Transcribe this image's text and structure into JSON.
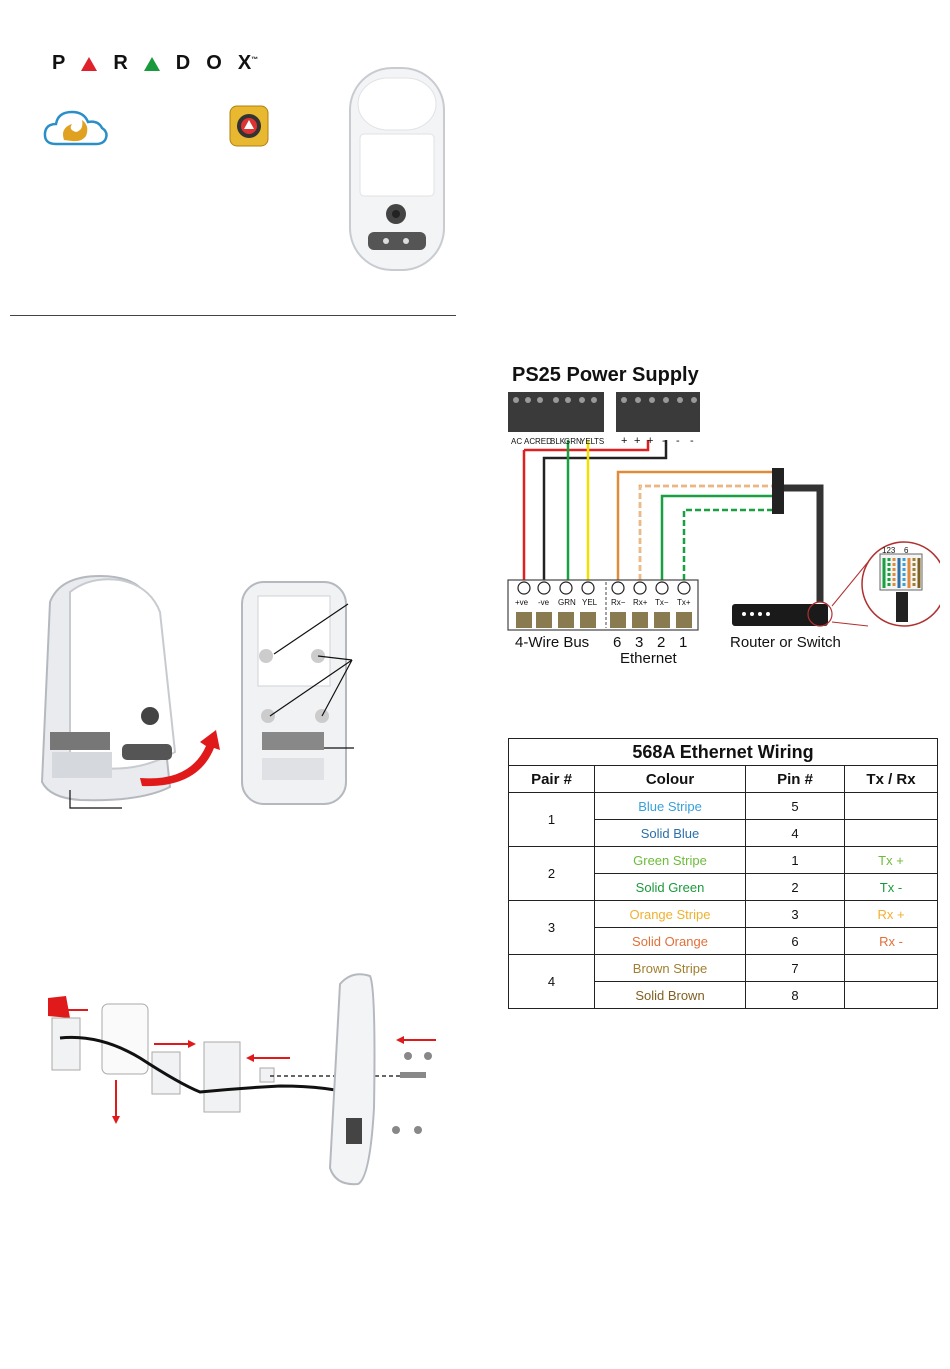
{
  "brand": {
    "letters": [
      "P",
      "R",
      "D",
      "O",
      "X"
    ],
    "tm": "™"
  },
  "power_supply": {
    "title": "PS25 Power Supply",
    "top_terminals_left": [
      "AC",
      "AC",
      "RED",
      "BLK",
      "GRN",
      "YEL",
      "TS"
    ],
    "top_terminals_right": [
      "+",
      "+",
      "+",
      "-",
      "-",
      "-"
    ]
  },
  "device_block": {
    "terminals": [
      "+ve",
      "-ve",
      "GRN",
      "YEL",
      "Rx−",
      "Rx+",
      "Tx−",
      "Tx+"
    ],
    "bus_label": "4-Wire Bus",
    "pin_numbers": [
      "6",
      "3",
      "2",
      "1"
    ],
    "ethernet_label": "Ethernet",
    "router_label": "Router or Switch",
    "rj45_pins": "123",
    "rj45_pin6": "6"
  },
  "eth_table": {
    "title": "568A Ethernet Wiring",
    "headers": [
      "Pair #",
      "Colour",
      "Pin #",
      "Tx / Rx"
    ],
    "pairs": [
      {
        "pair": "1",
        "rows": [
          {
            "colour": "Blue Stripe",
            "pin": "5",
            "txrx": "",
            "color": "#3aa0d8"
          },
          {
            "colour": "Solid Blue",
            "pin": "4",
            "txrx": "",
            "color": "#2b6ea8"
          }
        ]
      },
      {
        "pair": "2",
        "rows": [
          {
            "colour": "Green Stripe",
            "pin": "1",
            "txrx": "Tx +",
            "color": "#6dbb3a"
          },
          {
            "colour": "Solid Green",
            "pin": "2",
            "txrx": "Tx -",
            "color": "#1a9a3c"
          }
        ]
      },
      {
        "pair": "3",
        "rows": [
          {
            "colour": "Orange Stripe",
            "pin": "3",
            "txrx": "Rx +",
            "color": "#f0b030"
          },
          {
            "colour": "Solid Orange",
            "pin": "6",
            "txrx": "Rx -",
            "color": "#e0703a"
          }
        ]
      },
      {
        "pair": "4",
        "rows": [
          {
            "colour": "Brown Stripe",
            "pin": "7",
            "txrx": "",
            "color": "#a08030"
          },
          {
            "colour": "Solid Brown",
            "pin": "8",
            "txrx": "",
            "color": "#806020"
          }
        ]
      }
    ]
  },
  "wire_colors": {
    "red": "#e02020",
    "black": "#222222",
    "green": "#19a040",
    "yellow": "#f0e000",
    "orange": "#e08a3a"
  }
}
